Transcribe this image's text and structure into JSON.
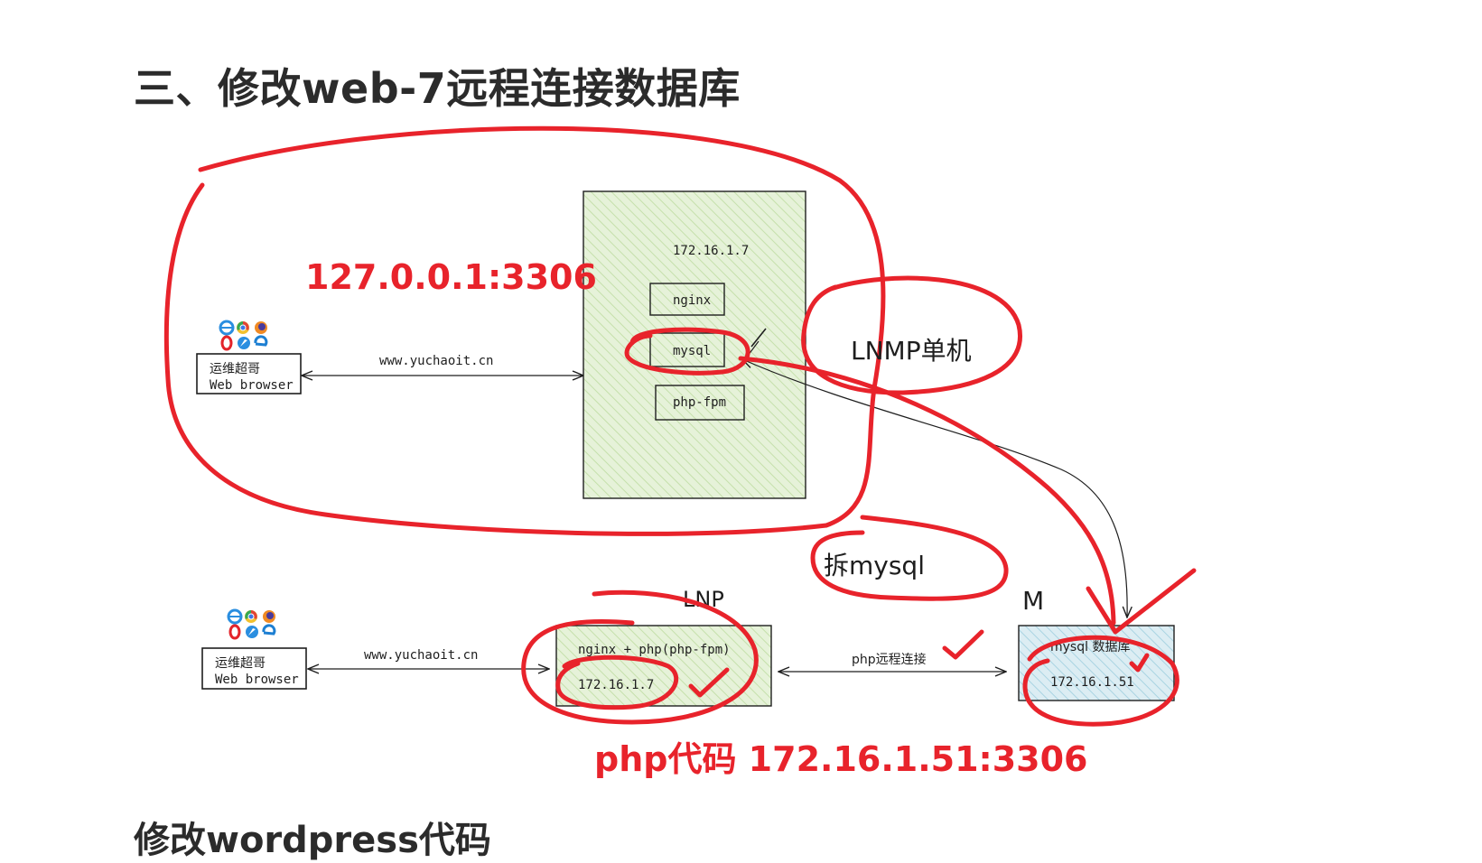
{
  "headings": {
    "section_title": "三、修改web-7远程连接数据库",
    "subsection_title": "修改wordpress代码"
  },
  "top_diagram": {
    "client_name": "运维超哥",
    "client_type": "Web browser",
    "url_label": "www.yuchaoit.cn",
    "server_ip": "172.16.1.7",
    "services": [
      "nginx",
      "mysql",
      "php-fpm"
    ],
    "annotation_local": "127.0.0.1:3306",
    "annotation_arch": "LNMP单机"
  },
  "split_note": "拆mysql",
  "bottom_diagram": {
    "client_name": "运维超哥",
    "client_type": "Web browser",
    "url_label": "www.yuchaoit.cn",
    "web_label": "LNP",
    "web_services": "nginx + php(php-fpm)",
    "web_ip": "172.16.1.7",
    "db_label": "M",
    "db_services": "mysql 数据库",
    "db_ip": "172.16.1.51",
    "link_label": "php远程连接",
    "annotation_remote": "php代码 172.16.1.51:3306"
  },
  "colors": {
    "annotation_red": "#e8232b",
    "server_fill": "#e4f1d6",
    "db_fill": "#d6ecf3",
    "ink": "#1e1e1e"
  },
  "icons": [
    "ie-icon",
    "chrome-icon",
    "firefox-icon",
    "opera-icon",
    "safari-icon",
    "edge-icon"
  ]
}
